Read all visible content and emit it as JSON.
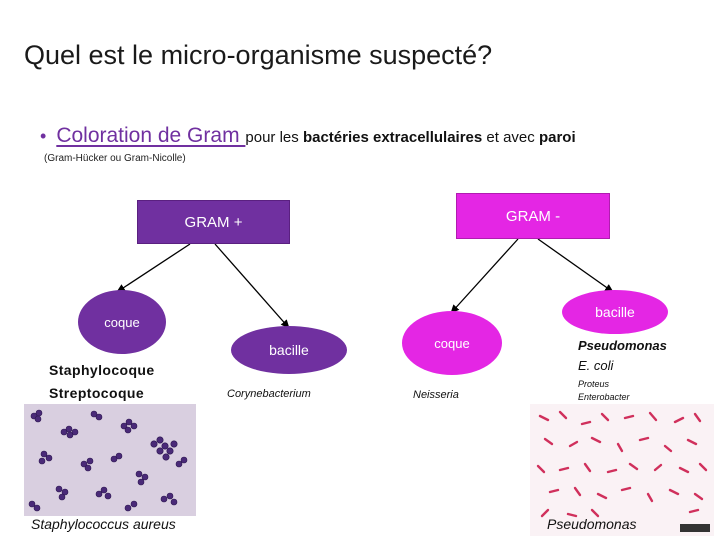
{
  "title": "Quel est le micro-organisme suspecté?",
  "bullet": {
    "main": "Coloration de Gram ",
    "rest_1": "pour les ",
    "bold_1": "bactéries extracellulaires",
    "rest_2": " et avec ",
    "bold_2": "paroi"
  },
  "subnote": "(Gram-Hücker ou Gram-Nicolle)",
  "nodes": {
    "gram_pos": "GRAM +",
    "gram_neg": "GRAM -",
    "coque_pos": "coque",
    "bacille_pos": "bacille",
    "coque_neg": "coque",
    "bacille_neg": "bacille"
  },
  "labels": {
    "staph": "Staphylocoque",
    "strep": "Streptocoque",
    "coryne": "Corynebacterium",
    "neisseria": "Neisseria",
    "pseudomonas": "Pseudomonas",
    "ecoli": "E. coli",
    "proteus": "Proteus",
    "enterobacter": "Enterobacter"
  },
  "captions": {
    "left": "Staphylococcus aureus",
    "right": "Pseudomonas"
  },
  "colors": {
    "gram_pos": "#7030a0",
    "gram_neg": "#e426e4"
  }
}
